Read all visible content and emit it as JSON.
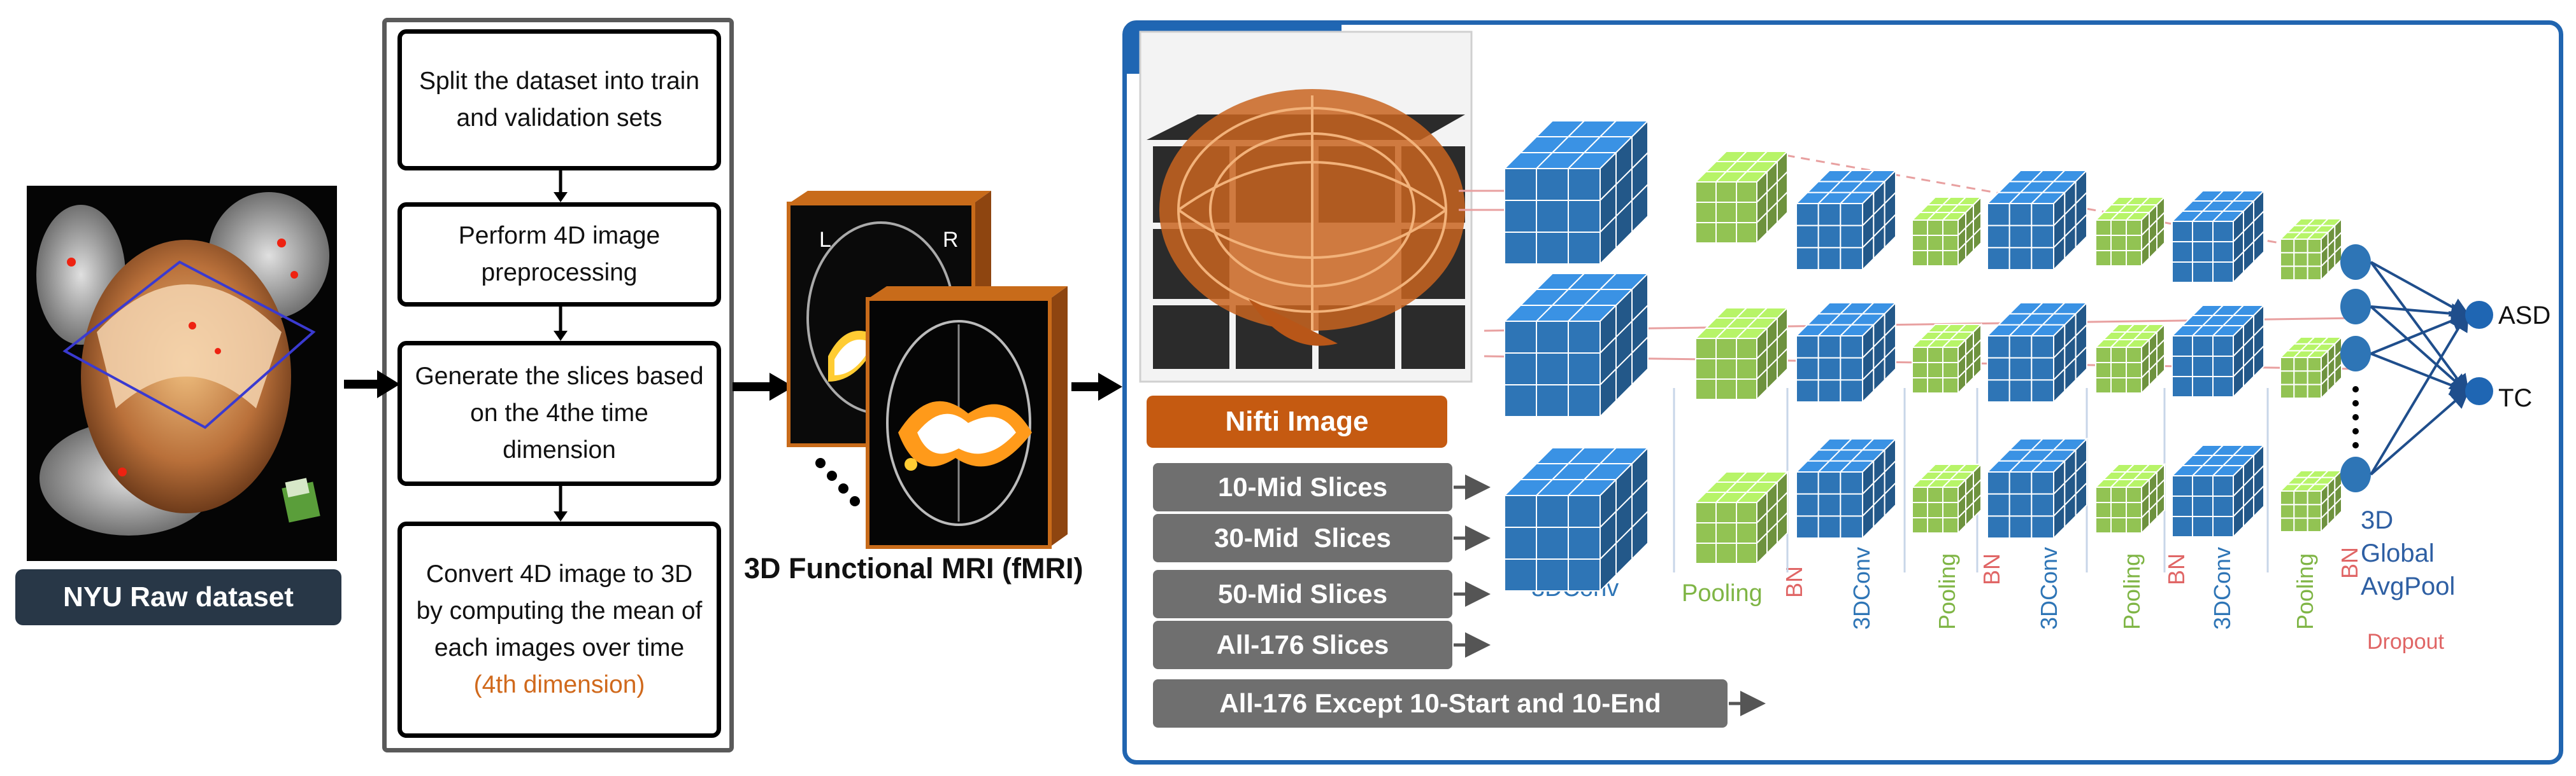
{
  "dataset": {
    "label": "NYU Raw dataset"
  },
  "pipeline": {
    "steps": [
      "Split the dataset into train and validation sets",
      "Perform 4D image preprocessing",
      "Generate the slices based on the 4the time dimension",
      "Convert 4D image to 3D by computing the mean of each images over time",
      "(4th dimension)"
    ]
  },
  "fmri": {
    "label": "3D Functional MRI  (fMRI)",
    "left_hemisphere": "L",
    "right_hemisphere": "R"
  },
  "cnn": {
    "title": "3D-CNN",
    "nifti_label": "Nifti Image",
    "slices": [
      "10-Mid Slices",
      "30-Mid  Slices",
      "50-Mid Slices",
      "All-176 Slices",
      "All-176 Except 10-Start and 10-End"
    ],
    "layers": {
      "conv": "3DConv",
      "pooling": "Pooling",
      "bn": "BN",
      "gap_line1": "3D",
      "gap_line2": "Global",
      "gap_line3": "AvgPool",
      "dropout": "Dropout"
    },
    "outputs": [
      "ASD",
      "TC"
    ]
  },
  "colors": {
    "conv_blue": "#2e75b6",
    "pool_green": "#92c353",
    "bn_red": "#e06666",
    "nifti_orange": "#c55a11",
    "frame_blue": "#1f66b3",
    "slice_gray": "#6f6f6f",
    "label_dark": "#283747"
  }
}
